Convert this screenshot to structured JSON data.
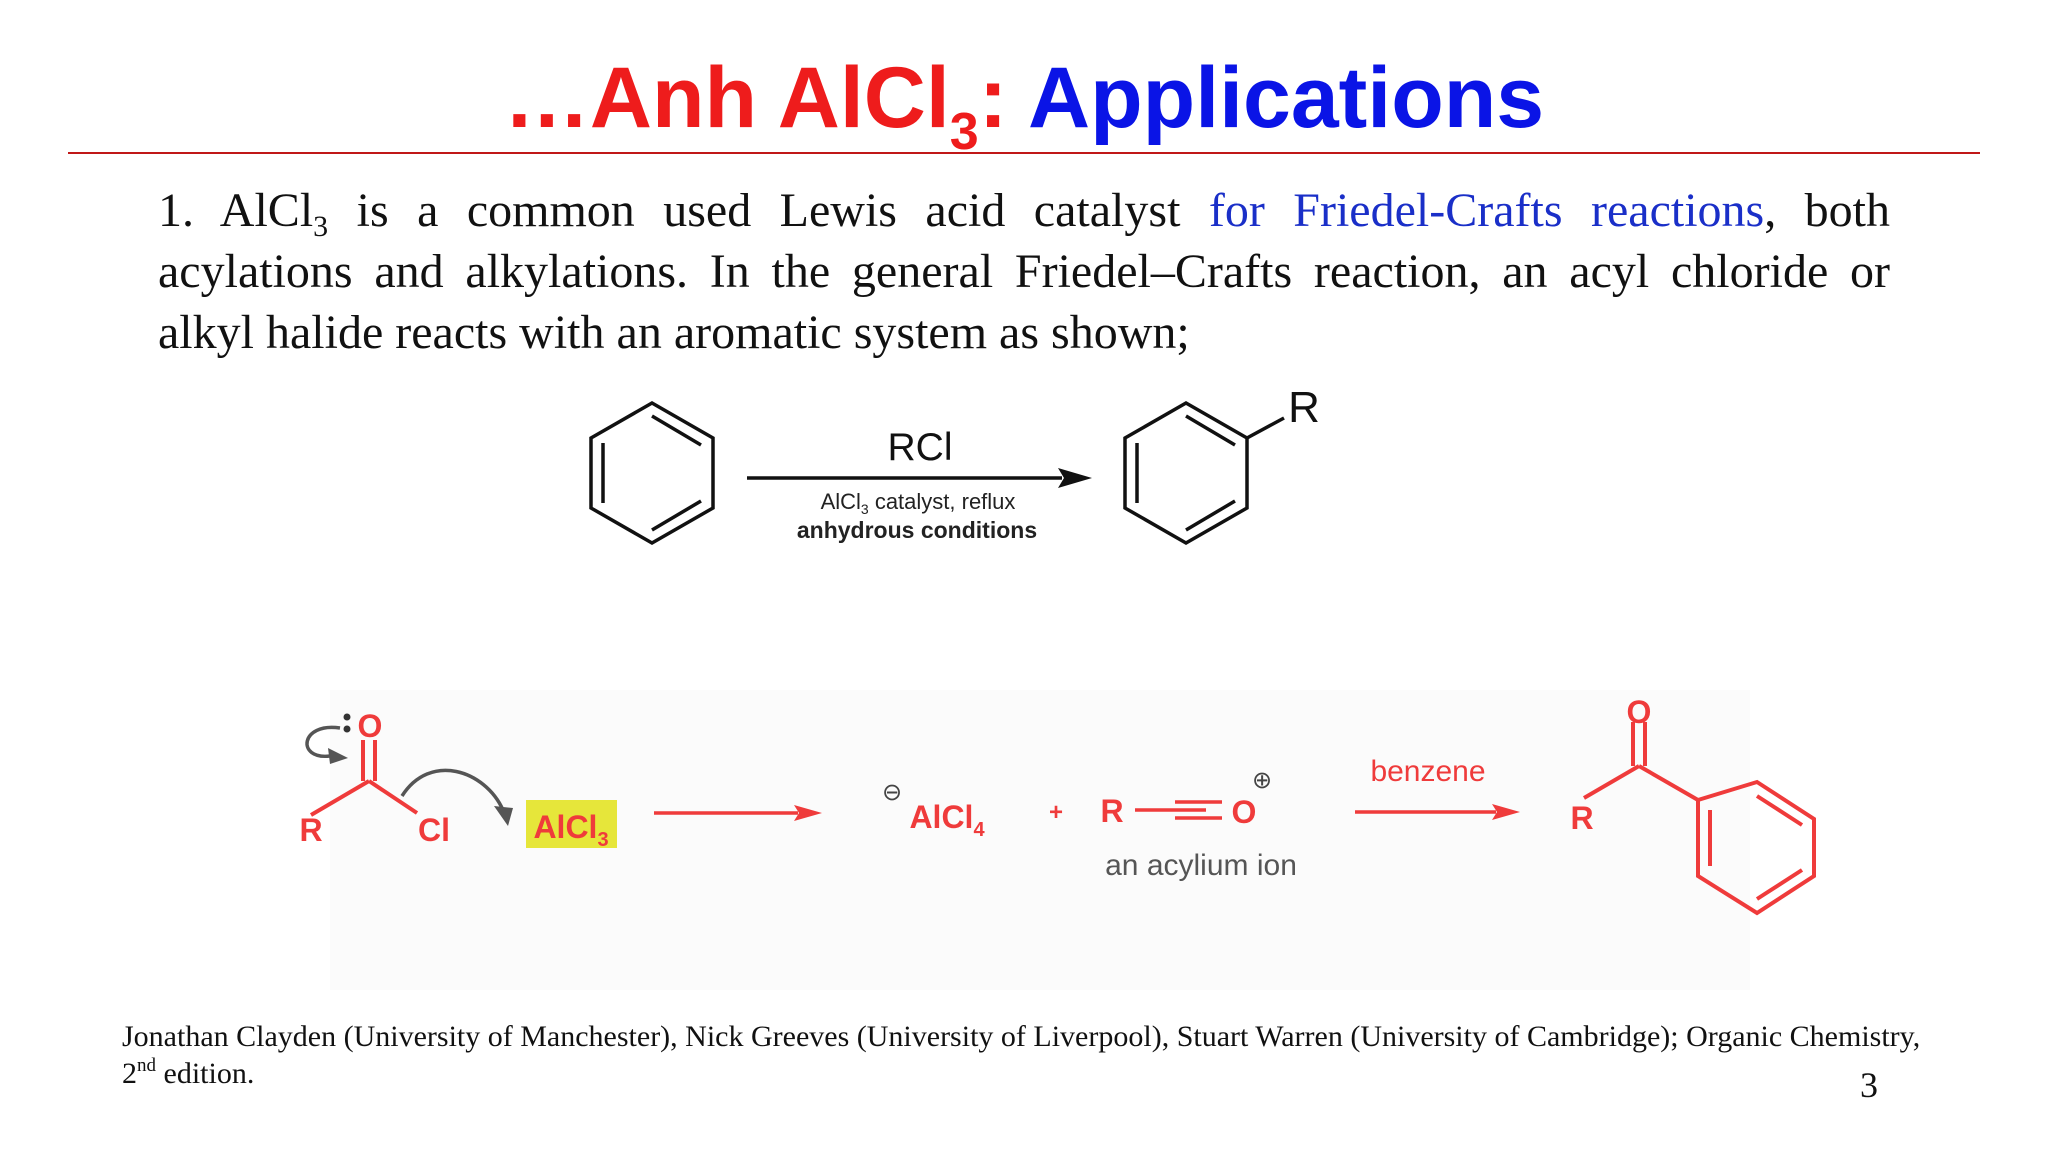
{
  "title": {
    "part1": "…Anh AlCl",
    "sub": "3",
    "part2": ":",
    "part3": "Applications"
  },
  "paragraph": {
    "lead": "1. AlCl",
    "sub": "3",
    "text1": " is a common used Lewis acid catalyst ",
    "highlight": "for Friedel-Crafts reactions",
    "text2": ", both acylations and alkylations. In the general Friedel–Crafts reaction, an acyl chloride or alkyl halide reacts with an aromatic system as shown;"
  },
  "scheme1": {
    "reagent": "RCl",
    "conditions_a": "AlCl",
    "conditions_sub": "3",
    "conditions_b": " catalyst, reflux",
    "conditions2": "anhydrous conditions",
    "product_sub": "R"
  },
  "scheme2": {
    "o_label": "O",
    "r_label": "R",
    "cl_label": "Cl",
    "alcl3_a": "AlCl",
    "alcl3_sub": "3",
    "minus": "⊖",
    "alcl4_a": "AlCl",
    "alcl4_sub": "4",
    "plus": "+",
    "acylium_r": "R",
    "acylium_o": "O",
    "oplus": "⊕",
    "acylium_label": "an acylium ion",
    "benzene_label": "benzene",
    "product_o": "O",
    "product_r": "R",
    "highlight_color": "#e6e63a",
    "red": "#ef3b3b",
    "label_gray": "#555555"
  },
  "reference": {
    "text1": "Jonathan Clayden (University of Manchester), Nick Greeves (University of Liverpool), Stuart Warren (University of Cambridge); Organic Chemistry, 2",
    "sup": "nd",
    "text2": " edition."
  },
  "page_number": "3"
}
